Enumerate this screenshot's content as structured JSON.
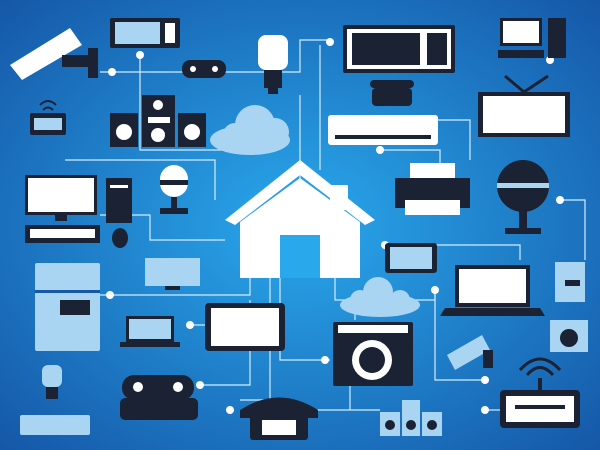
{
  "scene": {
    "subject": "smart-home-iot-network",
    "colors": {
      "background_center": "#2aa8ec",
      "background_edge": "#1558a8",
      "device_dark": "#1a2233",
      "device_light": "#ffffff",
      "accent_light_blue": "#a9d4f2",
      "connector": "#d3ecfb"
    },
    "devices": [
      "cctv-camera",
      "microwave",
      "gamepad",
      "light-bulb",
      "desktop-computer",
      "landline-phone",
      "wifi-router",
      "speaker-system",
      "air-conditioner",
      "television",
      "microphone",
      "printer",
      "refrigerator",
      "tablet",
      "laptop",
      "washing-machine",
      "security-camera"
    ]
  }
}
